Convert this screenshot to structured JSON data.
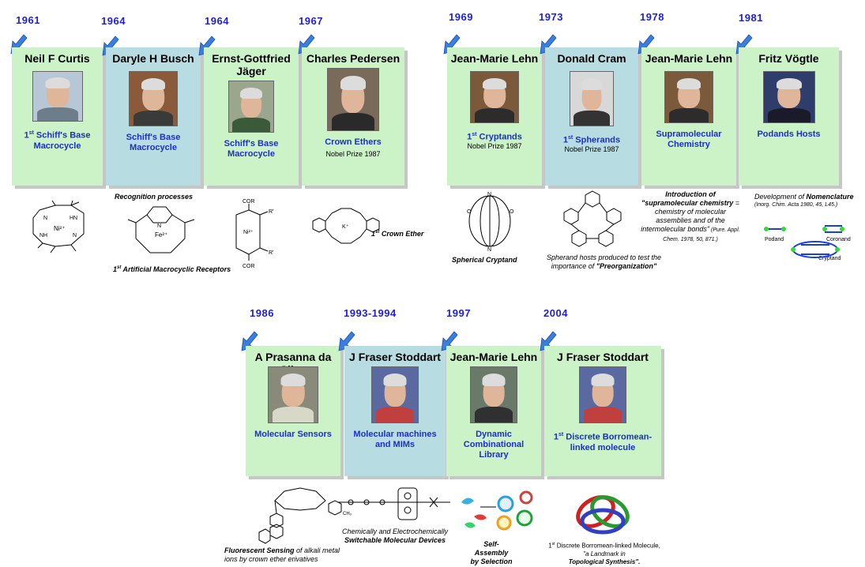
{
  "colors": {
    "year": "#1f1fd6",
    "desc": "#1c2fc9",
    "green": "#ccf2c8",
    "blue": "#b7dde3",
    "arrow": "#3a7fe0"
  },
  "row1": [
    {
      "year": "1961",
      "name": "Neil F Curtis",
      "desc_sup": "st",
      "desc_pre": "1",
      "desc": "Schiff's Base Macrocycle",
      "nobel": ""
    },
    {
      "year": "1964",
      "name": "Daryle H Busch",
      "desc_sup": "",
      "desc_pre": "",
      "desc": "Schiff's Base Macrocycle",
      "nobel": ""
    },
    {
      "year": "1964",
      "name": "Ernst-Gottfried Jäger",
      "desc_sup": "",
      "desc_pre": "",
      "desc": "Schiff's Base Macrocycle",
      "nobel": ""
    },
    {
      "year": "1967",
      "name": "Charles Pedersen",
      "desc_sup": "",
      "desc_pre": "",
      "desc": "Crown Ethers",
      "nobel": "Nobel Prize 1987"
    },
    {
      "year": "1969",
      "name": "Jean-Marie Lehn",
      "desc_sup": "st",
      "desc_pre": "1",
      "desc": "Cryptands",
      "nobel": "Nobel Prize 1987"
    },
    {
      "year": "1973",
      "name": "Donald Cram",
      "desc_sup": "st",
      "desc_pre": "1",
      "desc": "Spherands",
      "nobel": "Nobel Prize 1987"
    },
    {
      "year": "1978",
      "name": "Jean-Marie Lehn",
      "desc_sup": "",
      "desc_pre": "",
      "desc": "Supramolecular Chemistry",
      "nobel": ""
    },
    {
      "year": "1981",
      "name": "Fritz Vögtle",
      "desc_sup": "",
      "desc_pre": "",
      "desc": "Podands Hosts",
      "nobel": ""
    }
  ],
  "row2": [
    {
      "year": "1986",
      "name": "A Prasanna da Silva",
      "desc": "Molecular Sensors"
    },
    {
      "year": "1993-1994",
      "name": "J Fraser Stoddart",
      "desc": "Molecular machines and MIMs"
    },
    {
      "year": "1997",
      "name": "Jean-Marie Lehn",
      "desc": "Dynamic Combinational Library"
    },
    {
      "year": "2004",
      "name": "J Fraser Stoddart",
      "desc_pre": "1",
      "desc_sup": "st",
      "desc": "Discrete Borromean-linked molecule"
    }
  ],
  "captions": {
    "recognition": "Recognition processes",
    "artificial_pre": "1",
    "artificial_sup": "st",
    "artificial": "Artificial Macrocyclic Receptors",
    "crown_pre": "1",
    "crown_sup": "st",
    "crown": "Crown Ether",
    "cryptand": "Spherical Cryptand",
    "spherand_a": "Spherand hosts produced to test the",
    "spherand_b": "importance of ",
    "spherand_c": "\"Preorganization\"",
    "intro_a": "Introduction of",
    "intro_b": "\"supramolecular chemistry",
    "intro_c": " = chemistry of molecular assemblies and of the intermolecular bonds\"",
    "intro_ref": " (Pure. Appl. Chem. 1978, 50, 871.)",
    "nomen_a": "Development of ",
    "nomen_b": "Nomenclature",
    "nomen_ref": "(Inorg. Chim. Acta 1980, 45, L45.)",
    "podand": "Podand",
    "coronand": "Coronand",
    "cryptand_small": "Cryptand",
    "fluor_a": "Fluorescent Sensing",
    "fluor_b": " of alkali metal ions by crown ether erivatives",
    "switch_a": "Chemically and Electrochemically",
    "switch_b": "Switchable Molecular Devices",
    "self_a": "Self-Assembly",
    "self_b": "by Selection",
    "borro_pre": "1",
    "borro_sup": "st",
    "borro_a": " Discrete Borromean-linked Molecule, ",
    "borro_b": "\"a Landmark in",
    "borro_c": "Topological Synthesis\"."
  },
  "chem_labels": {
    "ni": "Ni²⁺",
    "fe": "Fe²⁺",
    "k": "K⁺",
    "cor": "COR",
    "r": "R'",
    "nh": "NH",
    "hn": "HN",
    "n": "N",
    "o": "O",
    "ch3": "CH₃"
  }
}
